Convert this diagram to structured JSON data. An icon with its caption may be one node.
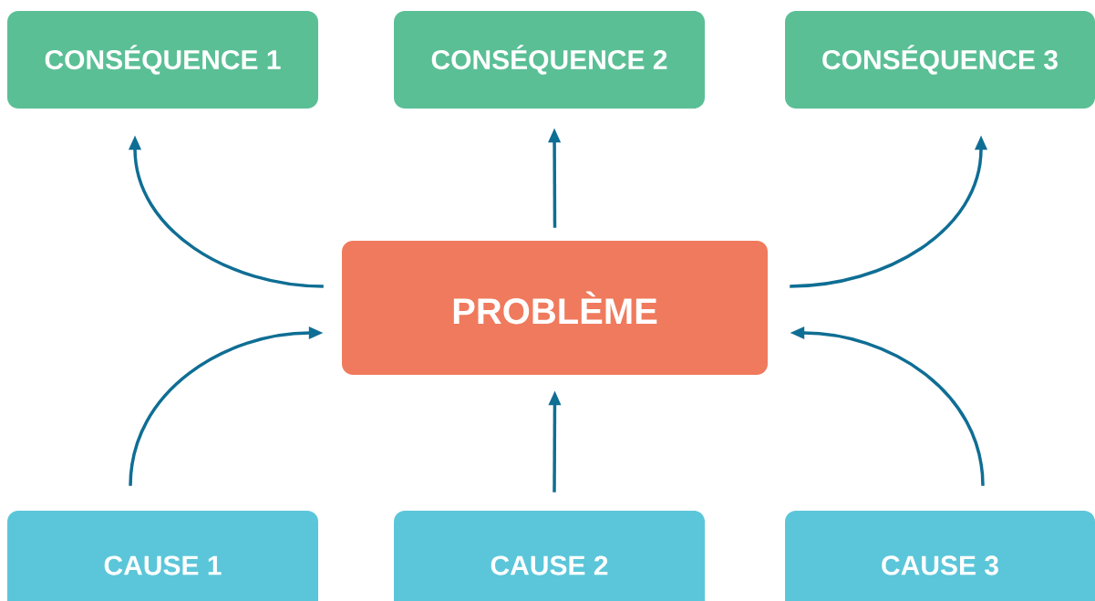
{
  "diagram": {
    "nodes": [
      {
        "text": [
          "CONSÉQUENCE 1"
        ]
      },
      {
        "text": [
          "CONSÉQUENCE 2"
        ]
      },
      {
        "text": [
          "CONSÉQUENCE 3"
        ]
      },
      {
        "text": [
          "PROBLÈME"
        ]
      },
      {
        "text": [
          "CAUSE 1"
        ]
      },
      {
        "text": [
          "CAUSE 2"
        ]
      },
      {
        "text": [
          "CAUSE 3"
        ]
      }
    ],
    "edges": [
      {
        "from": 3,
        "to": 0,
        "arrow": "to"
      },
      {
        "from": 3,
        "to": 1,
        "arrow": "to"
      },
      {
        "from": 3,
        "to": 2,
        "arrow": "to"
      },
      {
        "from": 4,
        "to": 3,
        "arrow": "to"
      },
      {
        "from": 5,
        "to": 3,
        "arrow": "to"
      },
      {
        "from": 6,
        "to": 3,
        "arrow": "to"
      }
    ]
  }
}
